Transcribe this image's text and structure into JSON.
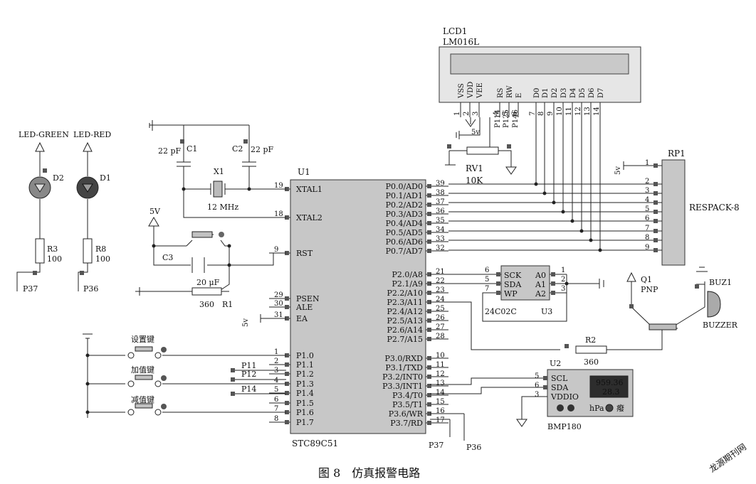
{
  "caption": "图 8　仿真报警电路",
  "watermark": "龙源期刊网",
  "components": {
    "lcd": {
      "ref": "LCD1",
      "model": "LM016L",
      "pins": [
        "VSS",
        "VDD",
        "VEE",
        "RS",
        "RW",
        "E",
        "D0",
        "D1",
        "D2",
        "D3",
        "D4",
        "D5",
        "D6",
        "D7"
      ],
      "pin_numbers": [
        "1",
        "2",
        "3",
        "4",
        "5",
        "6",
        "7",
        "8",
        "9",
        "10",
        "11",
        "12",
        "13",
        "14"
      ]
    },
    "lcd_nets": [
      "P114",
      "P125",
      "P146"
    ],
    "rv1": {
      "ref": "RV1",
      "value": "10K"
    },
    "rp1": {
      "ref": "RP1",
      "model": "RESPACK-8",
      "pins": [
        "1",
        "2",
        "3",
        "4",
        "5",
        "6",
        "7",
        "8",
        "9"
      ]
    },
    "u1": {
      "ref": "U1",
      "model": "STC89C51",
      "left_pins": [
        {
          "num": "19",
          "name": "XTAL1"
        },
        {
          "num": "18",
          "name": "XTAL2"
        },
        {
          "num": "9",
          "name": "RST"
        },
        {
          "num": "29",
          "name": "PSEN"
        },
        {
          "num": "30",
          "name": "ALE"
        },
        {
          "num": "31",
          "name": "EA"
        },
        {
          "num": "1",
          "name": "P1.0"
        },
        {
          "num": "2",
          "name": "P1.1"
        },
        {
          "num": "3",
          "name": "P1.2"
        },
        {
          "num": "4",
          "name": "P1.3"
        },
        {
          "num": "5",
          "name": "P1.4"
        },
        {
          "num": "6",
          "name": "P1.5"
        },
        {
          "num": "7",
          "name": "P1.6"
        },
        {
          "num": "8",
          "name": "P1.7"
        }
      ],
      "right_pins": [
        {
          "num": "39",
          "name": "P0.0/AD0"
        },
        {
          "num": "38",
          "name": "P0.1/AD1"
        },
        {
          "num": "37",
          "name": "P0.2/AD2"
        },
        {
          "num": "36",
          "name": "P0.3/AD3"
        },
        {
          "num": "35",
          "name": "P0.4/AD4"
        },
        {
          "num": "34",
          "name": "P0.5/AD5"
        },
        {
          "num": "33",
          "name": "P0.6/AD6"
        },
        {
          "num": "32",
          "name": "P0.7/AD7"
        },
        {
          "num": "21",
          "name": "P2.0/A8"
        },
        {
          "num": "22",
          "name": "P2.1/A9"
        },
        {
          "num": "23",
          "name": "P2.2/A10"
        },
        {
          "num": "24",
          "name": "P2.3/A11"
        },
        {
          "num": "25",
          "name": "P2.4/A12"
        },
        {
          "num": "26",
          "name": "P2.5/A13"
        },
        {
          "num": "27",
          "name": "P2.6/A14"
        },
        {
          "num": "28",
          "name": "P2.7/A15"
        },
        {
          "num": "10",
          "name": "P3.0/RXD"
        },
        {
          "num": "11",
          "name": "P3.1/TXD"
        },
        {
          "num": "12",
          "name": "P3.2/INT0"
        },
        {
          "num": "13",
          "name": "P3.3/INT1"
        },
        {
          "num": "14",
          "name": "P3.4/T0"
        },
        {
          "num": "15",
          "name": "P3.5/T1"
        },
        {
          "num": "16",
          "name": "P3.6/WR"
        },
        {
          "num": "17",
          "name": "P3.7/RD"
        }
      ]
    },
    "p1_nets": [
      "P11",
      "P12",
      "P14"
    ],
    "p3_nets": [
      "P37",
      "P36"
    ],
    "u3": {
      "ref": "U3",
      "model": "24C02C",
      "left_pins": [
        "SCK",
        "SDA",
        "WP"
      ],
      "left_nums": [
        "6",
        "5",
        "7"
      ],
      "right_pins": [
        "A0",
        "A1",
        "A2"
      ],
      "right_nums": [
        "1",
        "2",
        "3"
      ]
    },
    "u2": {
      "ref": "U2",
      "model": "BMP180",
      "pins": [
        "SCL",
        "SDA",
        "VDDIO"
      ],
      "pin_nums": [
        "5",
        "6",
        "3"
      ],
      "display_line1": "959.36",
      "display_line2": "28.3",
      "unit": "hPa",
      "unit2": "癈"
    },
    "q1": {
      "ref": "Q1",
      "type": "PNP"
    },
    "buz1": {
      "ref": "BUZ1",
      "model": "BUZZER"
    },
    "r2": {
      "ref": "R2",
      "value": "360"
    },
    "r1": {
      "ref": "R1",
      "value": "360"
    },
    "r3": {
      "ref": "R3",
      "value": "100"
    },
    "r8": {
      "ref": "R8",
      "value": "100"
    },
    "d2": {
      "ref": "D2",
      "model": "LED-GREEN",
      "net": "P37"
    },
    "d1": {
      "ref": "D1",
      "model": "LED-RED",
      "net": "P36"
    },
    "c1": {
      "ref": "C1",
      "value": "22 pF"
    },
    "c2": {
      "ref": "C2",
      "value": "22 pF"
    },
    "x1": {
      "ref": "X1",
      "value": "12 MHz"
    },
    "c3": {
      "ref": "C3",
      "value": "20 μF"
    },
    "rst_supply": "5V",
    "supply_5v": "5v",
    "buttons": [
      "设置键",
      "加值键",
      "减值键"
    ]
  }
}
